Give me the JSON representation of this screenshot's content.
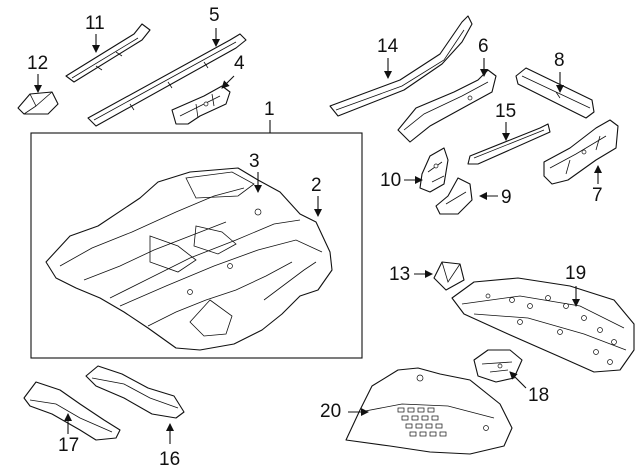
{
  "diagram": {
    "callouts": [
      {
        "id": "c1",
        "label": "1"
      },
      {
        "id": "c2",
        "label": "2"
      },
      {
        "id": "c3",
        "label": "3"
      },
      {
        "id": "c4",
        "label": "4"
      },
      {
        "id": "c5",
        "label": "5"
      },
      {
        "id": "c6",
        "label": "6"
      },
      {
        "id": "c7",
        "label": "7"
      },
      {
        "id": "c8",
        "label": "8"
      },
      {
        "id": "c9",
        "label": "9"
      },
      {
        "id": "c10",
        "label": "10"
      },
      {
        "id": "c11",
        "label": "11"
      },
      {
        "id": "c12",
        "label": "12"
      },
      {
        "id": "c13",
        "label": "13"
      },
      {
        "id": "c14",
        "label": "14"
      },
      {
        "id": "c15",
        "label": "15"
      },
      {
        "id": "c16",
        "label": "16"
      },
      {
        "id": "c17",
        "label": "17"
      },
      {
        "id": "c18",
        "label": "18"
      },
      {
        "id": "c19",
        "label": "19"
      },
      {
        "id": "c20",
        "label": "20"
      }
    ]
  },
  "colors": {
    "ink": "#111111",
    "background": "#ffffff"
  }
}
